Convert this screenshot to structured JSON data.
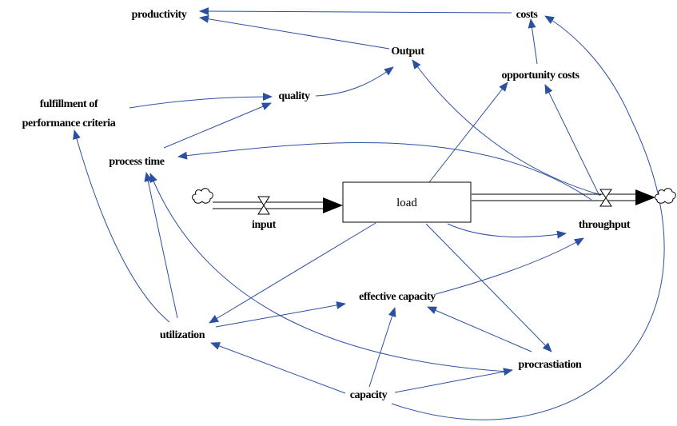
{
  "diagram": {
    "stock": {
      "label": "load"
    },
    "variables": {
      "productivity": "productivity",
      "costs": "costs",
      "output": "Output",
      "opportunity_costs": "opportunity costs",
      "quality": "quality",
      "fulfillment_line1": "fulfillment of",
      "fulfillment_line2": "performance criteria",
      "process_time": "process time",
      "input": "input",
      "throughput": "throughput",
      "effective_capacity": "effective capacity",
      "utilization": "utilization",
      "procrastiation": "procrastiation",
      "capacity": "capacity"
    },
    "colors": {
      "link": "#2b50a0",
      "flow": "#000000"
    }
  }
}
